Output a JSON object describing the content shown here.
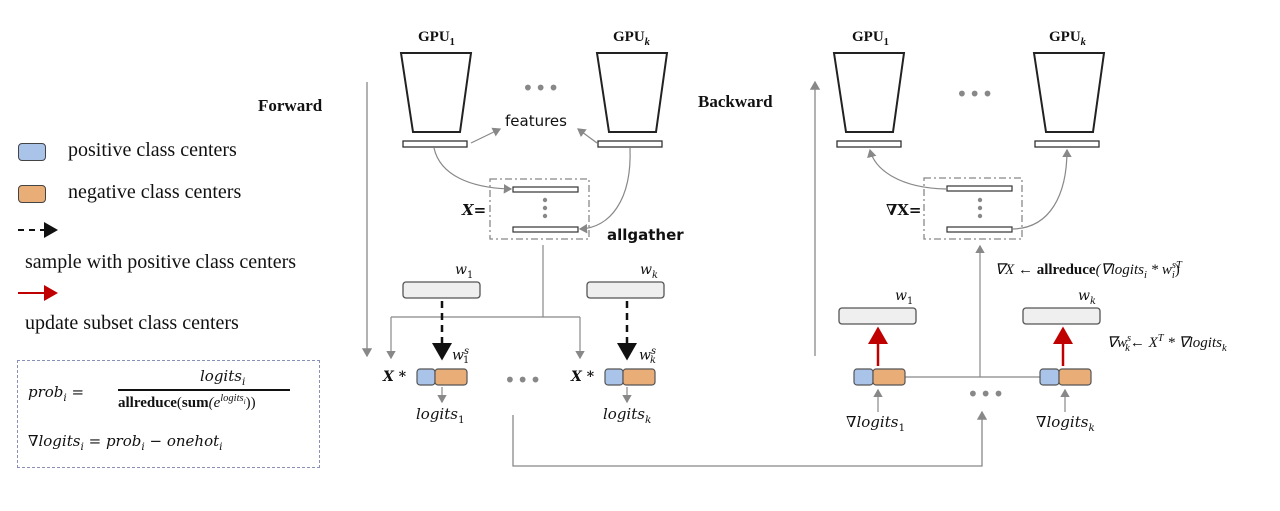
{
  "colors": {
    "positive": "#a9c4e8",
    "negative": "#e9ad77",
    "weight_box": "#efefef",
    "update_arrow": "#c00000",
    "line": "#888888"
  },
  "legend": {
    "positive_label": "positive class centers",
    "negative_label": "negative class centers",
    "sample_label": "sample with positive class centers",
    "update_label": "update subset class centers"
  },
  "formulas": {
    "prob_lhs": "prob",
    "prob_lhs_sub": "i",
    "eq": "=",
    "prob_num": "logits",
    "prob_num_sub": "i",
    "prob_den_allreduce": "allreduce",
    "prob_den_open": "(",
    "prob_den_sum": "sum",
    "prob_den_e": "(e",
    "prob_den_exp": "logits",
    "prob_den_exp_sub": "i",
    "prob_den_close": "))",
    "grad_lhs": "∇logits",
    "grad_lhs_sub": "i",
    "grad_rhs_a": "prob",
    "grad_rhs_a_sub": "i",
    "grad_minus": "−",
    "grad_rhs_b": "onehot",
    "grad_rhs_b_sub": "i"
  },
  "forward": {
    "title": "Forward",
    "gpu1": "GPU",
    "gpu1_sub": "1",
    "gpuk": "GPU",
    "gpuk_sub": "k",
    "ellipsis": "•••",
    "features": "features",
    "x_label": "X=",
    "allgather": "allgather",
    "w1": "w",
    "w1_sub": "1",
    "wk": "w",
    "wk_sub": "k",
    "ws1": "w",
    "ws1_sup": "s",
    "ws1_sub": "1",
    "wsk": "w",
    "wsk_sup": "s",
    "wsk_sub": "k",
    "x_mul": "X *",
    "logits1": "logits",
    "logits1_sub": "1",
    "logitsk": "logits",
    "logitsk_sub": "k"
  },
  "backward": {
    "title": "Backward",
    "gpu1": "GPU",
    "gpu1_sub": "1",
    "gpuk": "GPU",
    "gpuk_sub": "k",
    "ellipsis": "•••",
    "gx_label": "∇X=",
    "gx_formula_lhs": "∇X ← ",
    "gx_formula_allreduce": "allreduce",
    "gx_formula_arg": "(∇logits",
    "gx_formula_arg_sub": "i",
    "gx_formula_mul": " * w",
    "gx_formula_sup": "sT",
    "gx_formula_sub": "i",
    "gx_formula_close": ")",
    "w1": "w",
    "w1_sub": "1",
    "wk": "w",
    "wk_sub": "k",
    "gw_formula": "∇w",
    "gw_sup": "s",
    "gw_sub": "k",
    "gw_rest": "← X",
    "gw_rest_sup": "T",
    "gw_rest2": " * ∇logits",
    "gw_rest2_sub": "k",
    "glogits1": "∇logits",
    "glogits1_sub": "1",
    "glogitsk": "∇logits",
    "glogitsk_sub": "k"
  }
}
